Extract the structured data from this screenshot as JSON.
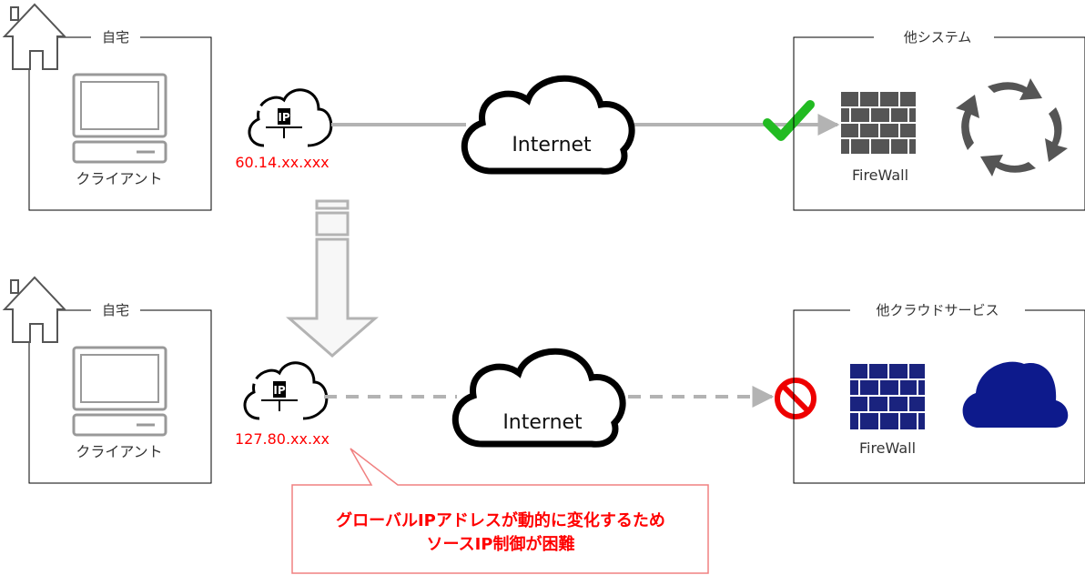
{
  "top": {
    "home_label": "自宅",
    "client_label": "クライアント",
    "ip_badge": "IP",
    "ip_address": "60.14.xx.xxx",
    "internet_label": "Internet",
    "system_title": "他システム",
    "firewall_label": "FireWall",
    "status_icon": "check-icon"
  },
  "bottom": {
    "home_label": "自宅",
    "client_label": "クライアント",
    "ip_badge": "IP",
    "ip_address": "127.80.xx.xx",
    "internet_label": "Internet",
    "system_title": "他クラウドサービス",
    "firewall_label": "FireWall",
    "status_icon": "prohibited-icon"
  },
  "callout": {
    "line1": "グローバルIPアドレスが動的に変化するため",
    "line2": "ソースIP制御が困難"
  },
  "colors": {
    "ip_text": "#ff0000",
    "callout_text": "#ff0000",
    "callout_border": "#f08080",
    "firewall_gray": "#555555",
    "firewall_blue": "#1a237e",
    "cloud_blue": "#0d1a8c",
    "check_green": "#22bb22",
    "prohibit_red": "#ee0000",
    "connector_gray": "#b3b3b3"
  }
}
